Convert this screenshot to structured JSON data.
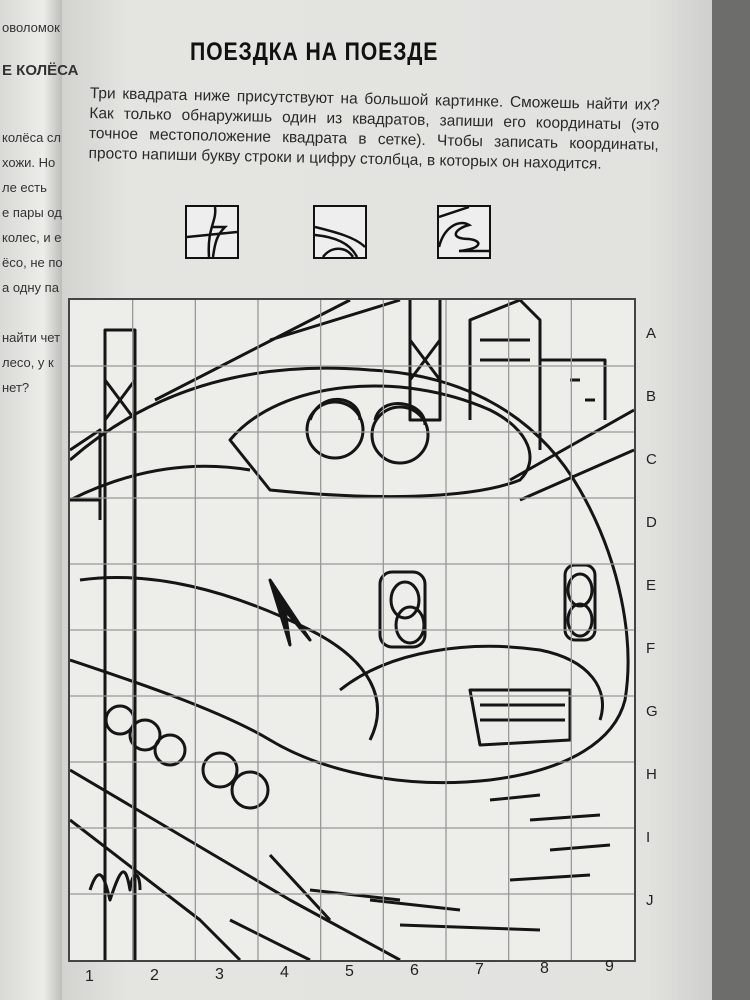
{
  "left_page": {
    "lines": [
      "оволомок",
      "Е КОЛЁСА",
      "колёса сл",
      "хожи. Но",
      "ле есть",
      "е пары од",
      "колес, и е",
      "ёсо, не по",
      "а одну па",
      "найти чет",
      "лесо, у к",
      "нет?"
    ]
  },
  "title": "ПОЕЗДКА НА ПОЕЗДЕ",
  "intro": "Три квадрата ниже присутствуют на большой картинке. Сможешь найти их? Как только обнаружишь один из квадратов, запиши его координаты (это точное местоположение квадрата в сетке). Чтобы записать координаты, просто напиши букву строки и цифру столбца, в которых он находится.",
  "pieces": [
    "piece-1",
    "piece-2",
    "piece-3"
  ],
  "grid": {
    "rows": [
      "A",
      "B",
      "C",
      "D",
      "E",
      "F",
      "G",
      "H",
      "I",
      "J"
    ],
    "columns": [
      "1",
      "2",
      "3",
      "4",
      "5",
      "6",
      "7",
      "8",
      "9"
    ]
  }
}
